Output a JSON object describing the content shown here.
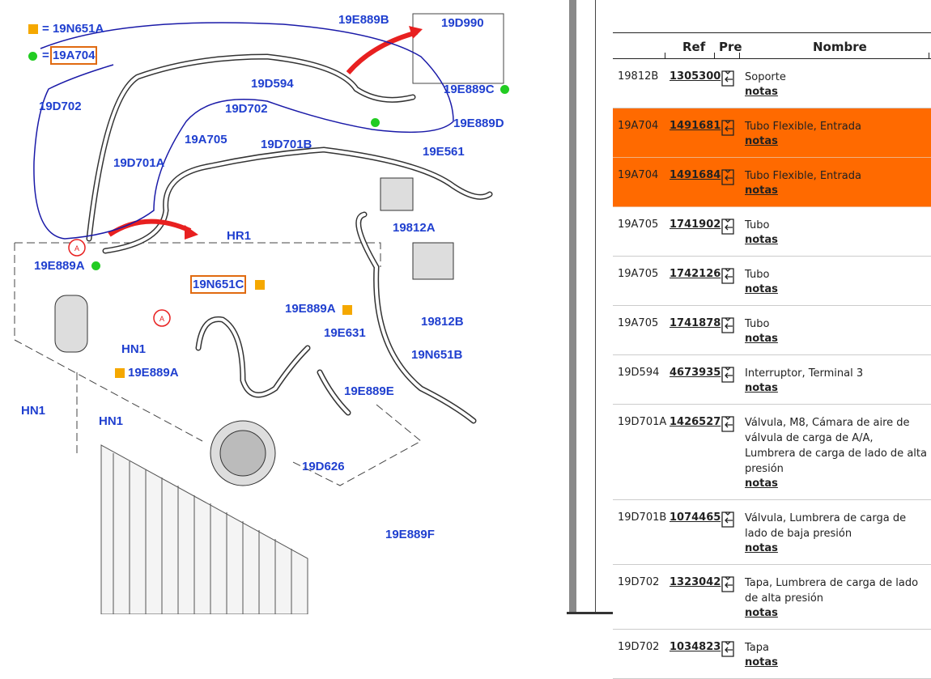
{
  "legend": [
    {
      "marker": "orange-square",
      "label": "19N651A",
      "color": "#f5a800"
    },
    {
      "marker": "green-dot",
      "label": "19A704",
      "color": "#22cc22"
    }
  ],
  "diagram_labels": {
    "l19E889B": "19E889B",
    "l19D990": "19D990",
    "l19D594": "19D594",
    "l19E889C": "19E889C",
    "l19D702a": "19D702",
    "l19D702b": "19D702",
    "l19E889D": "19E889D",
    "l19A705": "19A705",
    "l19D701B": "19D701B",
    "l19E561": "19E561",
    "l19D701A": "19D701A",
    "l19812A": "19812A",
    "lHR1": "HR1",
    "l19E889A1": "19E889A",
    "l19N651C": "19N651C",
    "l19E889A2": "19E889A",
    "l19E631": "19E631",
    "l19812B": "19812B",
    "lHN1a": "HN1",
    "l19N651B": "19N651B",
    "l19E889A3": "19E889A",
    "l19E889E": "19E889E",
    "lHN1b": "HN1",
    "lHN1c": "HN1",
    "l19D626": "19D626",
    "l19E889F": "19E889F",
    "callout": "A"
  },
  "table": {
    "headers": {
      "ref": "Ref",
      "pre": "Pre",
      "nombre": "Nombre"
    },
    "notes_label": "notas",
    "rows": [
      {
        "code": "19812B",
        "ref": "1305300",
        "name": "Soporte",
        "highlight": false
      },
      {
        "code": "19A704",
        "ref": "1491681",
        "name": "Tubo Flexible, Entrada",
        "highlight": true
      },
      {
        "code": "19A704",
        "ref": "1491684",
        "name": "Tubo Flexible, Entrada",
        "highlight": true
      },
      {
        "code": "19A705",
        "ref": "1741902",
        "name": "Tubo",
        "highlight": false
      },
      {
        "code": "19A705",
        "ref": "1742126",
        "name": "Tubo",
        "highlight": false
      },
      {
        "code": "19A705",
        "ref": "1741878",
        "name": "Tubo",
        "highlight": false
      },
      {
        "code": "19D594",
        "ref": "4673935",
        "name": "Interruptor, Terminal 3",
        "highlight": false
      },
      {
        "code": "19D701A",
        "ref": "1426527",
        "name": "Válvula, M8, Cámara de aire de válvula de carga de A/A, Lumbrera de carga de lado de alta presión",
        "highlight": false
      },
      {
        "code": "19D701B",
        "ref": "1074465",
        "name": "Válvula, Lumbrera de carga de lado de baja presión",
        "highlight": false
      },
      {
        "code": "19D702",
        "ref": "1323042",
        "name": "Tapa, Lumbrera de carga de lado de alta presión",
        "highlight": false
      },
      {
        "code": "19D702",
        "ref": "1034823",
        "name": "Tapa",
        "highlight": false
      }
    ]
  },
  "colors": {
    "highlight": "#ff6a00",
    "label_blue": "#1f3fcf",
    "annotation": "#1a1aa8"
  }
}
